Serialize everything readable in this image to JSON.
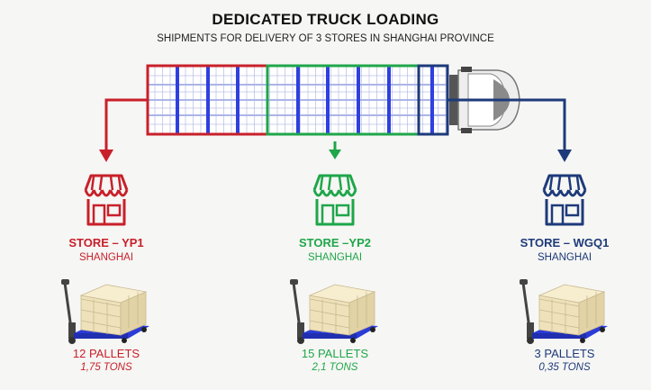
{
  "header": {
    "title": "DEDICATED TRUCK LOADING",
    "subtitle": "SHIPMENTS FOR DELIVERY OF 3 STORES IN SHANGHAI PROVINCE"
  },
  "colors": {
    "red": "#c8202a",
    "green": "#1fa64a",
    "navy": "#1d3a7a",
    "blue_divider": "#2f3fe0",
    "box": "#f1e6c4",
    "pallet_base": "#2a3bd6"
  },
  "stores": [
    {
      "id": "yp1",
      "name": "STORE – YP1",
      "city": "SHANGHAI",
      "pallets": "12 PALLETS",
      "tons": "1,75 TONS",
      "color": "#c8202a"
    },
    {
      "id": "yp2",
      "name": "STORE –YP2",
      "city": "SHANGHAI",
      "pallets": "15 PALLETS",
      "tons": "2,1 TONS",
      "color": "#1fa64a"
    },
    {
      "id": "wgq1",
      "name": "STORE – WGQ1",
      "city": "SHANGHAI",
      "pallets": "3 PALLETS",
      "tons": "0,35 TONS",
      "color": "#1d3a7a"
    }
  ],
  "icons": [
    "store-icon",
    "pallet-jack-icon",
    "truck-cab-icon",
    "arrow-down-icon"
  ]
}
